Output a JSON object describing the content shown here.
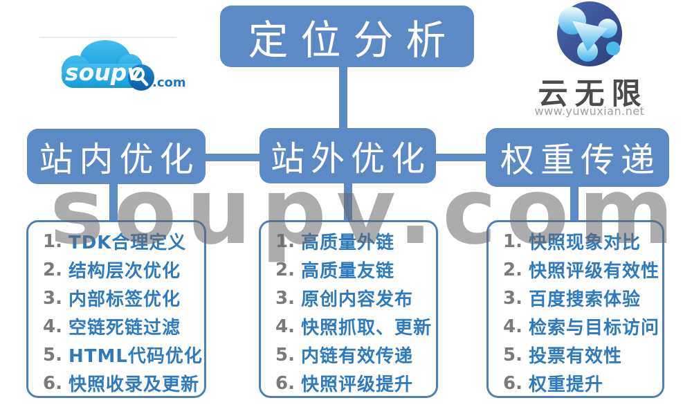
{
  "title": {
    "label": "定位分析"
  },
  "watermark": {
    "text": "soupv.com"
  },
  "logo_soupv": {
    "word": "soupv",
    "tld": ".com"
  },
  "logo_yunwuxian": {
    "brand": "云无限",
    "site": "www.yuwuxian.net"
  },
  "colors": {
    "box_blue": "#5b8ac4",
    "list_border_blue": "#4a7fc0",
    "item_text_blue": "#2e7abf",
    "item_number_gray": "#7a7a7a",
    "watermark_gray": "rgba(104,104,104,0.55)",
    "cloud_blue": "#1fa6de",
    "tld_blue": "#1b78c0",
    "navy_circle": "#35498f"
  },
  "branches": [
    {
      "label": "站内优化",
      "items": [
        {
          "n": "1.",
          "t": "TDK合理定义"
        },
        {
          "n": "2.",
          "t": "结构层次优化"
        },
        {
          "n": "3.",
          "t": "内部标签优化"
        },
        {
          "n": "4.",
          "t": "空链死链过滤"
        },
        {
          "n": "5.",
          "t": "HTML代码优化"
        },
        {
          "n": "6.",
          "t": "快照收录及更新"
        }
      ]
    },
    {
      "label": "站外优化",
      "items": [
        {
          "n": "1.",
          "t": "高质量外链"
        },
        {
          "n": "2.",
          "t": "高质量友链"
        },
        {
          "n": "3.",
          "t": "原创内容发布"
        },
        {
          "n": "4.",
          "t": "快照抓取、更新"
        },
        {
          "n": "5.",
          "t": "内链有效传递"
        },
        {
          "n": "6.",
          "t": "快照评级提升"
        }
      ]
    },
    {
      "label": "权重传递",
      "items": [
        {
          "n": "1.",
          "t": "快照现象对比"
        },
        {
          "n": "2.",
          "t": "快照评级有效性"
        },
        {
          "n": "3.",
          "t": "百度搜索体验"
        },
        {
          "n": "4.",
          "t": "检索与目标访问"
        },
        {
          "n": "5.",
          "t": "投票有效性"
        },
        {
          "n": "6.",
          "t": "权重提升"
        }
      ]
    }
  ]
}
